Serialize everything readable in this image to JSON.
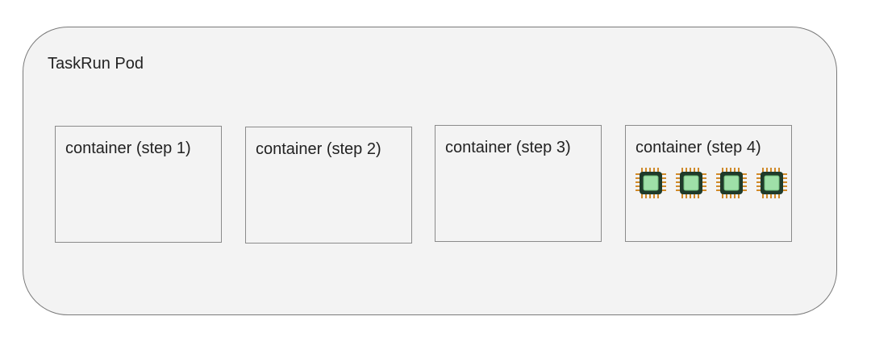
{
  "pod": {
    "title": "TaskRun Pod"
  },
  "containers": [
    {
      "label": "container (step 1)",
      "chips": 0
    },
    {
      "label": "container (step 2)",
      "chips": 0
    },
    {
      "label": "container (step 3)",
      "chips": 0
    },
    {
      "label": "container (step 4)",
      "chips": 4
    }
  ],
  "colors": {
    "pod_fill": "#f3f3f3",
    "border": "#7a7a7a",
    "chip_body": "#1f3a2a",
    "chip_core": "#9fe0a8",
    "chip_pins": "#d08a2a"
  },
  "icons": {
    "chip": "cpu-chip-icon"
  }
}
